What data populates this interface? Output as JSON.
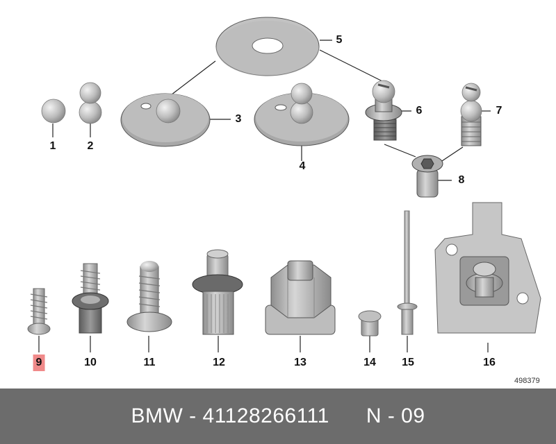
{
  "diagram": {
    "part_numbers": [
      "1",
      "2",
      "3",
      "4",
      "5",
      "6",
      "7",
      "8",
      "9",
      "10",
      "11",
      "12",
      "13",
      "14",
      "15",
      "16"
    ],
    "highlighted": "9",
    "highlight_color": "#f08a8a",
    "reference_code": "498379"
  },
  "footer": {
    "brand": "BMW",
    "part_number": "41128266111",
    "position": "N - 09",
    "background": "#6c6c6c"
  }
}
